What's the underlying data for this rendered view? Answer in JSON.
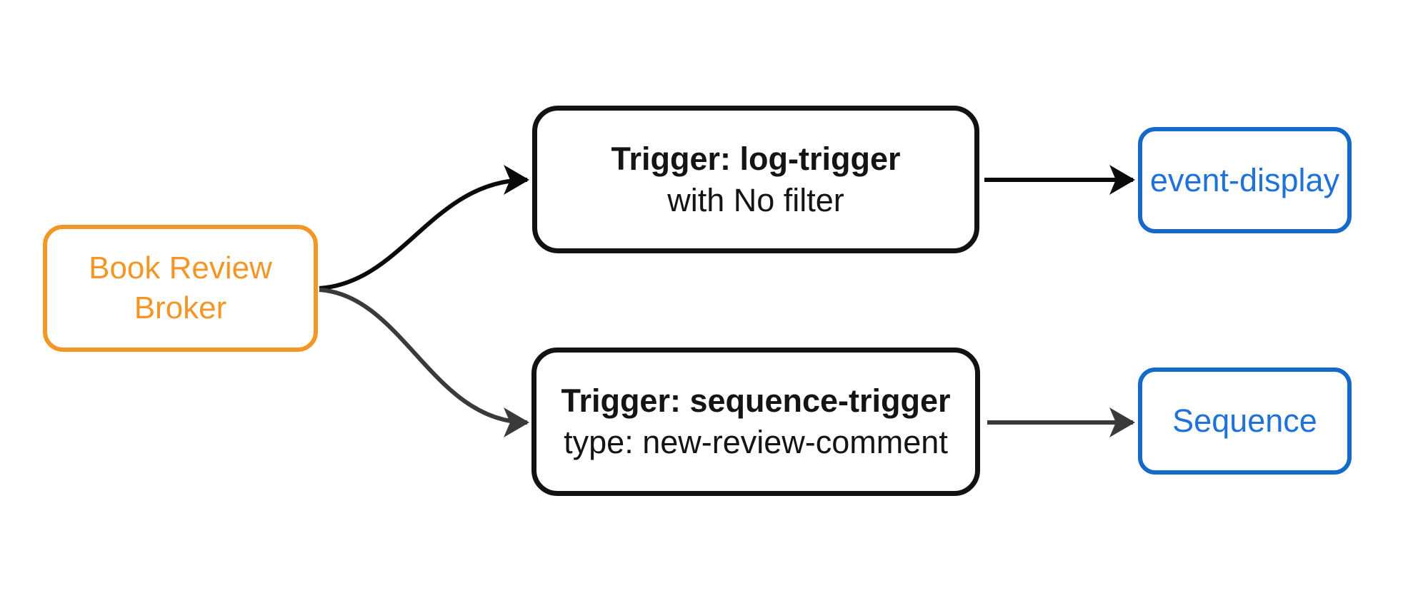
{
  "diagram": {
    "type": "event-broker-flow",
    "background": "#ffffff",
    "nodes": {
      "broker": {
        "label_line1": "Book Review",
        "label_line2": "Broker",
        "accent": "#f29727"
      },
      "trigger_log": {
        "title": "Trigger: log-trigger",
        "subtitle": "with No filter",
        "accent": "#121212"
      },
      "trigger_sequence": {
        "title": "Trigger: sequence-trigger",
        "subtitle": "type: new-review-comment",
        "accent": "#121212"
      },
      "event_display": {
        "label": "event-display",
        "accent": "#1569c8",
        "text_color": "#1f72d8"
      },
      "sequence": {
        "label": "Sequence",
        "accent": "#1569c8",
        "text_color": "#1f72d8"
      }
    },
    "edges": [
      {
        "from": "broker",
        "to": "trigger_log",
        "color": "#0a0a0a"
      },
      {
        "from": "broker",
        "to": "trigger_sequence",
        "color": "#3a3a3a"
      },
      {
        "from": "trigger_log",
        "to": "event_display",
        "color": "#0a0a0a"
      },
      {
        "from": "trigger_sequence",
        "to": "sequence",
        "color": "#3a3a3a"
      }
    ]
  }
}
